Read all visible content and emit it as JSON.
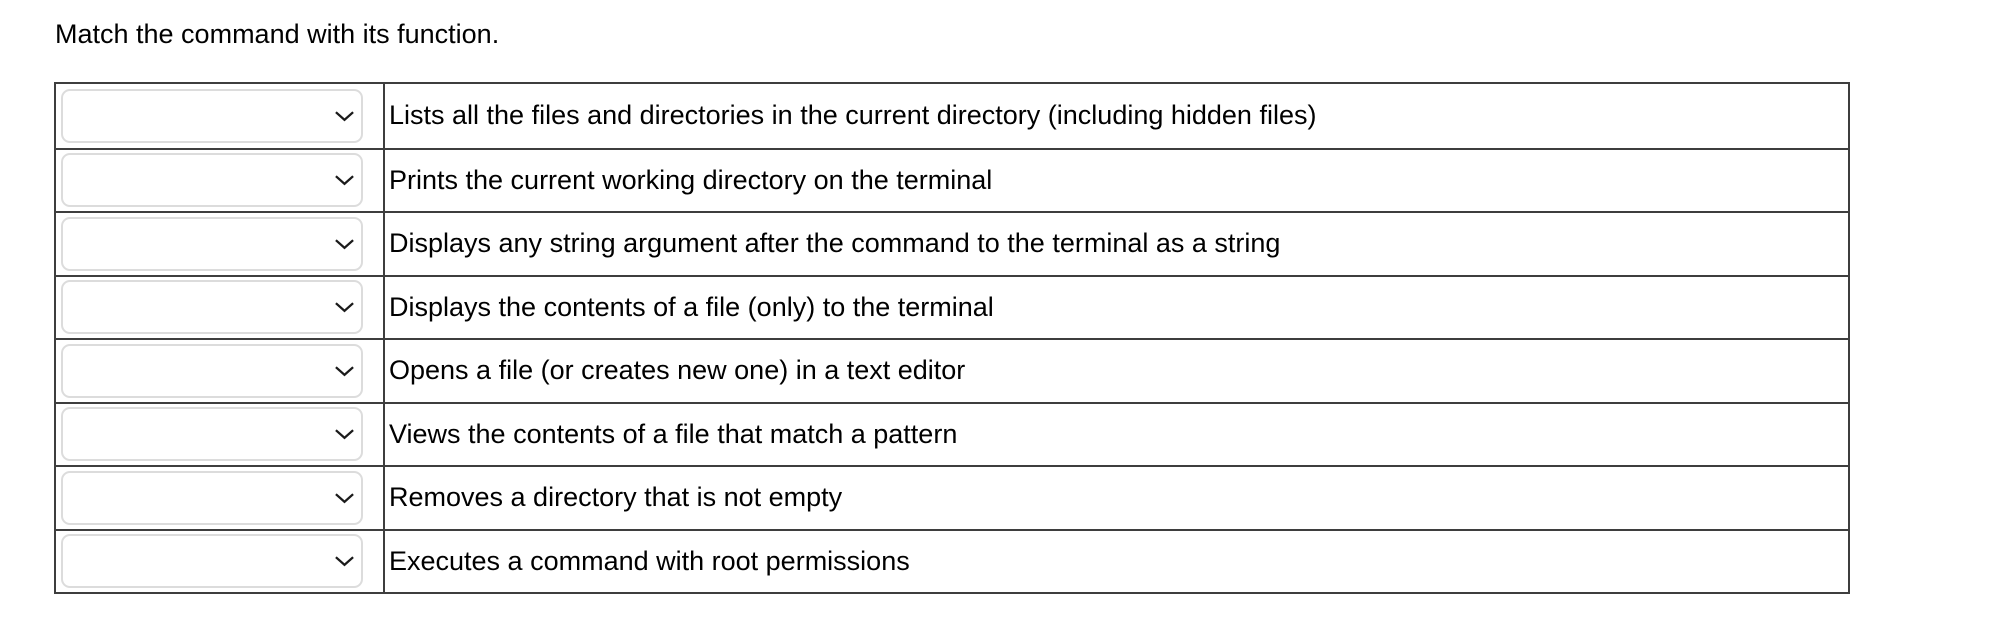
{
  "question": {
    "prompt": "Match the command with its function."
  },
  "table": {
    "rows": [
      {
        "selected_value": "",
        "description": "Lists all the files and directories in the current directory (including hidden files)"
      },
      {
        "selected_value": "",
        "description": "Prints the current working directory on the terminal"
      },
      {
        "selected_value": "",
        "description": "Displays any string argument after the command to the terminal as a string"
      },
      {
        "selected_value": "",
        "description": "Displays the contents of a file (only) to the terminal"
      },
      {
        "selected_value": "",
        "description": "Opens a file (or creates new one) in a text editor"
      },
      {
        "selected_value": "",
        "description": "Views the contents of a file that match a pattern"
      },
      {
        "selected_value": "",
        "description": "Removes a directory that is not empty"
      },
      {
        "selected_value": "",
        "description": "Executes a command with root permissions"
      }
    ]
  },
  "icons": {
    "dropdown": "chevron-down"
  },
  "colors": {
    "background": "#ffffff",
    "text": "#000000",
    "table_border": "#3e3e3e",
    "select_border": "#dcdcdc",
    "chevron": "#1b1b1b"
  }
}
